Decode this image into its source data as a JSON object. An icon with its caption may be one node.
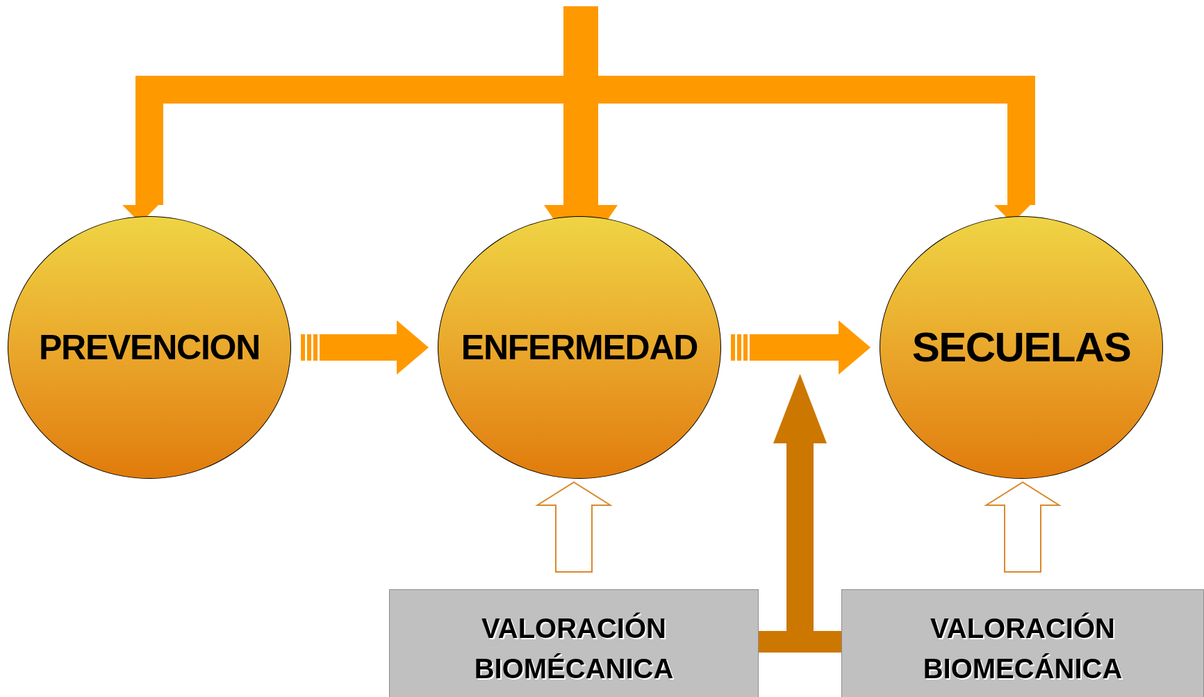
{
  "diagram": {
    "nodes": [
      {
        "text": [
          "PREVENCION"
        ]
      },
      {
        "text": [
          "ENFERMEDAD"
        ]
      },
      {
        "text": [
          "SECUELAS"
        ]
      },
      {
        "text": [
          "VALORACIÓN BIOMÉCANICA"
        ]
      },
      {
        "text": [
          "VALORACIÓN BIOMECÁNICA"
        ]
      }
    ],
    "edges": [
      {
        "from": null,
        "to": 0,
        "arrow": "to"
      },
      {
        "from": null,
        "to": 1,
        "arrow": "to"
      },
      {
        "from": null,
        "to": 2,
        "arrow": "to"
      },
      {
        "from": 0,
        "to": 1,
        "arrow": "to"
      },
      {
        "from": 1,
        "to": 2,
        "arrow": "to"
      },
      {
        "from": 3,
        "to": 1,
        "arrow": "to",
        "color": "#d9892b"
      },
      {
        "from": 4,
        "to": 2,
        "arrow": "to",
        "color": "#d9892b"
      },
      {
        "from": 3,
        "to": null,
        "arrow": "to",
        "color": "#cc7700"
      },
      {
        "from": 4,
        "to": null,
        "arrow": "to",
        "color": "#cc7700"
      }
    ]
  }
}
